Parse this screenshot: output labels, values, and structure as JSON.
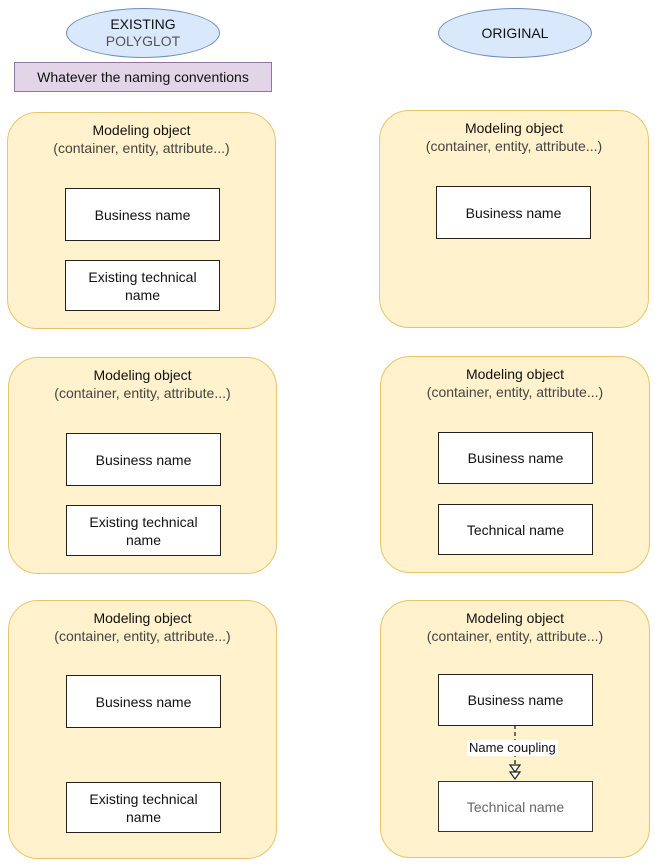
{
  "headers": {
    "left": {
      "line1": "EXISTING",
      "line2": "POLYGLOT"
    },
    "right": {
      "label": "ORIGINAL"
    }
  },
  "note": "Whatever the naming conventions",
  "panels": [
    {
      "title": "Modeling object",
      "subtitle": "(container, entity, attribute...)",
      "boxes": [
        "Business name",
        "Existing technical name"
      ]
    },
    {
      "title": "Modeling object",
      "subtitle": "(container, entity, attribute...)",
      "boxes": [
        "Business name"
      ]
    },
    {
      "title": "Modeling object",
      "subtitle": "(container, entity, attribute...)",
      "boxes": [
        "Business name",
        "Existing technical name"
      ]
    },
    {
      "title": "Modeling object",
      "subtitle": "(container, entity, attribute...)",
      "boxes": [
        "Business name",
        "Technical name"
      ]
    },
    {
      "title": "Modeling object",
      "subtitle": "(container, entity, attribute...)",
      "boxes": [
        "Business name",
        "Existing technical name"
      ]
    },
    {
      "title": "Modeling object",
      "subtitle": "(container, entity, attribute...)",
      "boxes": [
        "Business name",
        "Technical name"
      ],
      "connector_label": "Name coupling"
    }
  ]
}
